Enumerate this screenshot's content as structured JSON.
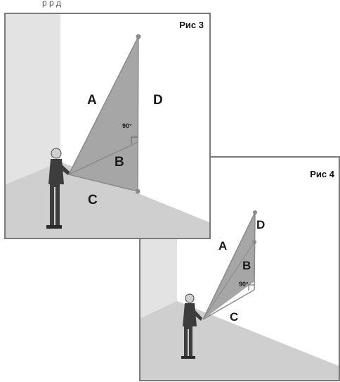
{
  "caption": "р              р д",
  "fig3": {
    "title": "Рис 3",
    "labels": {
      "a": "A",
      "b": "B",
      "c": "C",
      "d": "D"
    },
    "angle": "90°"
  },
  "fig4": {
    "title": "Рис 4",
    "labels": {
      "a": "A",
      "b": "B",
      "c": "C",
      "d": "D"
    },
    "angle": "90°"
  },
  "colors": {
    "wall": "#e3e3e3",
    "floor": "#cfcfcf",
    "triangle_fill": "#a6a6a6",
    "line": "#8a8a8a",
    "point": "#8a8a8a",
    "person_suit": "#3d3d3d",
    "person_skin": "#cfcfcf"
  }
}
